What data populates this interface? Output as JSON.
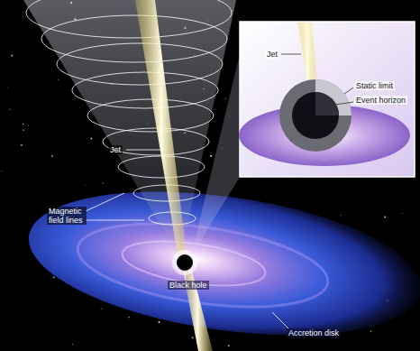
{
  "diagram": {
    "labels": [
      "Jet",
      "Magnetic field lines",
      "Black hole",
      "Accretion disk",
      "Jet",
      "Static limit",
      "Event horizon"
    ]
  }
}
